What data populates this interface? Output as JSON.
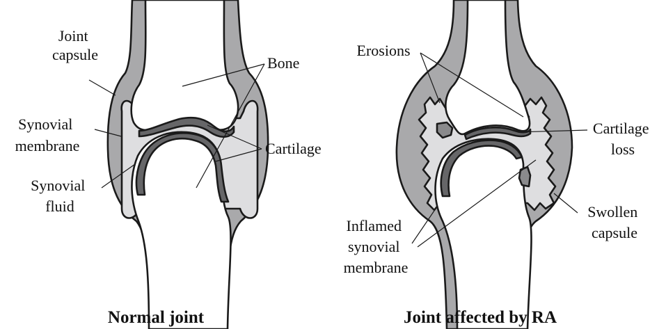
{
  "colors": {
    "capsule": "#a9a9ab",
    "fluid": "#dedee0",
    "cartilage": "#666668",
    "bone": "#ffffff",
    "outline": "#1a1a1a"
  },
  "normal_joint": {
    "title": "Normal joint",
    "labels": {
      "joint_capsule": [
        "Joint",
        "capsule"
      ],
      "bone": "Bone",
      "synovial_membrane": [
        "Synovial",
        "membrane"
      ],
      "cartilage": "Cartilage",
      "synovial_fluid": [
        "Synovial",
        "fluid"
      ]
    }
  },
  "ra_joint": {
    "title": "Joint affected by RA",
    "labels": {
      "erosions": "Erosions",
      "cartilage_loss": [
        "Cartilage",
        "loss"
      ],
      "swollen_capsule": [
        "Swollen",
        "capsule"
      ],
      "inflamed_synovial_membrane": [
        "Inflamed",
        "synovial",
        "membrane"
      ]
    }
  }
}
